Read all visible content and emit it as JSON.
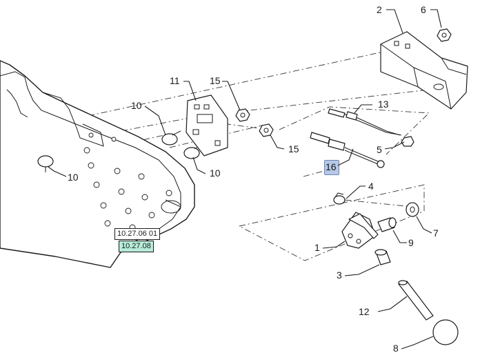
{
  "diagram": {
    "callouts": [
      "2",
      "6",
      "11",
      "15",
      "10",
      "13",
      "15",
      "5",
      "16",
      "10",
      "10",
      "4",
      "7",
      "1",
      "9",
      "3",
      "12",
      "8"
    ],
    "highlighted_callout": "16",
    "highlight_color": "#b7c8e6",
    "references": [
      "10.27.06 01",
      "10.27.08"
    ],
    "reference_highlight_color": "#b6ecd8"
  }
}
